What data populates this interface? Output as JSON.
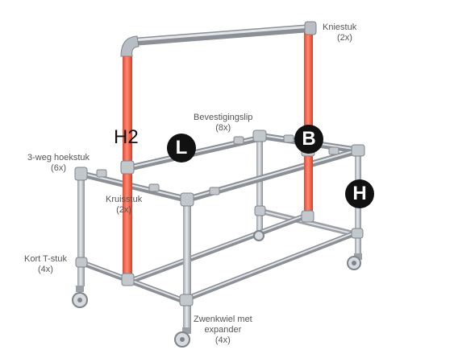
{
  "labels": {
    "kniestuk": {
      "name": "Kniestuk",
      "qty": "(2x)"
    },
    "bevestigingslip": {
      "name": "Bevestigingslip",
      "qty": "(8x)"
    },
    "hoekstuk": {
      "name": "3-weg hoekstuk",
      "qty": "(6x)"
    },
    "kruisstuk": {
      "name": "Kruisstuk",
      "qty": "(2x)"
    },
    "kort_t_stuk": {
      "name": "Kort T-stuk",
      "qty": "(4x)"
    },
    "zwenkwiel": {
      "name": "Zwenkwiel met",
      "name2": "expander",
      "qty": "(4x)"
    }
  },
  "markers": {
    "h2": "H2",
    "l": "L",
    "b": "B",
    "h": "H"
  },
  "colors": {
    "tube": "#c9ced3",
    "tube_dark": "#8a9096",
    "highlight": "#f0604a",
    "badge": "#111111",
    "text": "#555555"
  }
}
